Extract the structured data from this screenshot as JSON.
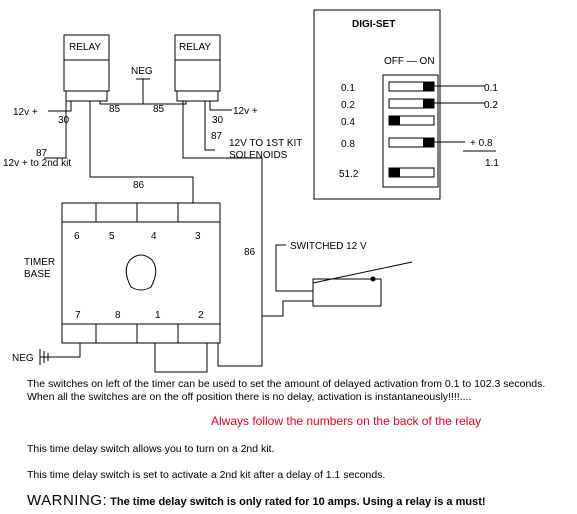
{
  "relays": {
    "left_label": "RELAY",
    "right_label": "RELAY"
  },
  "labels": {
    "neg_top": "NEG",
    "pin85_left": "85",
    "pin85_right": "85",
    "left_12v": "12v +",
    "left_30": "30",
    "left_87": "87",
    "left_87_desc": "12v + to 2nd kit",
    "right_30": "30",
    "right_12v": "12v +",
    "right_87": "87",
    "right_87_desc_1": "12V TO 1ST KIT",
    "right_87_desc_2": "SOLENOIDS",
    "wire_86_top": "86",
    "wire_86_right": "86",
    "switched": "SWITCHED 12 V",
    "neg_bottom": "NEG"
  },
  "timer": {
    "title_1": "TIMER",
    "title_2": "BASE",
    "top_pins": [
      "6",
      "5",
      "4",
      "3"
    ],
    "bottom_pins": [
      "7",
      "8",
      "1",
      "2"
    ]
  },
  "digiset": {
    "title": "DIGI-SET",
    "off_on": "OFF — ON",
    "left_values": [
      "0.1",
      "0.2",
      "0.4",
      "0.8",
      "51.2"
    ],
    "right_values": [
      "0.1",
      "0.2"
    ],
    "sum_line": "+ 0.8",
    "total": "1.1",
    "switch_states": [
      "on",
      "on",
      "off",
      "on",
      "off"
    ]
  },
  "text": {
    "para1": "The switches on left of the timer can be used to set the amount of delayed activation from 0.1 to 102.3 seconds. When all the switches are on the off position there is no delay, activation is instantaneously!!!!....",
    "red_note": "Always follow the numbers on the back of the relay",
    "para2": "This time delay switch allows you to turn on a 2nd kit.",
    "para3": "This time delay switch is set to activate a 2nd kit after a delay of 1.1 seconds.",
    "warning_big": "WARNING:",
    "warning_rest": "The time delay switch is only rated for 10 amps. Using a relay is a must!"
  },
  "colors": {
    "accent_red": "#e8001c",
    "line": "#000000",
    "background": "#ffffff"
  }
}
